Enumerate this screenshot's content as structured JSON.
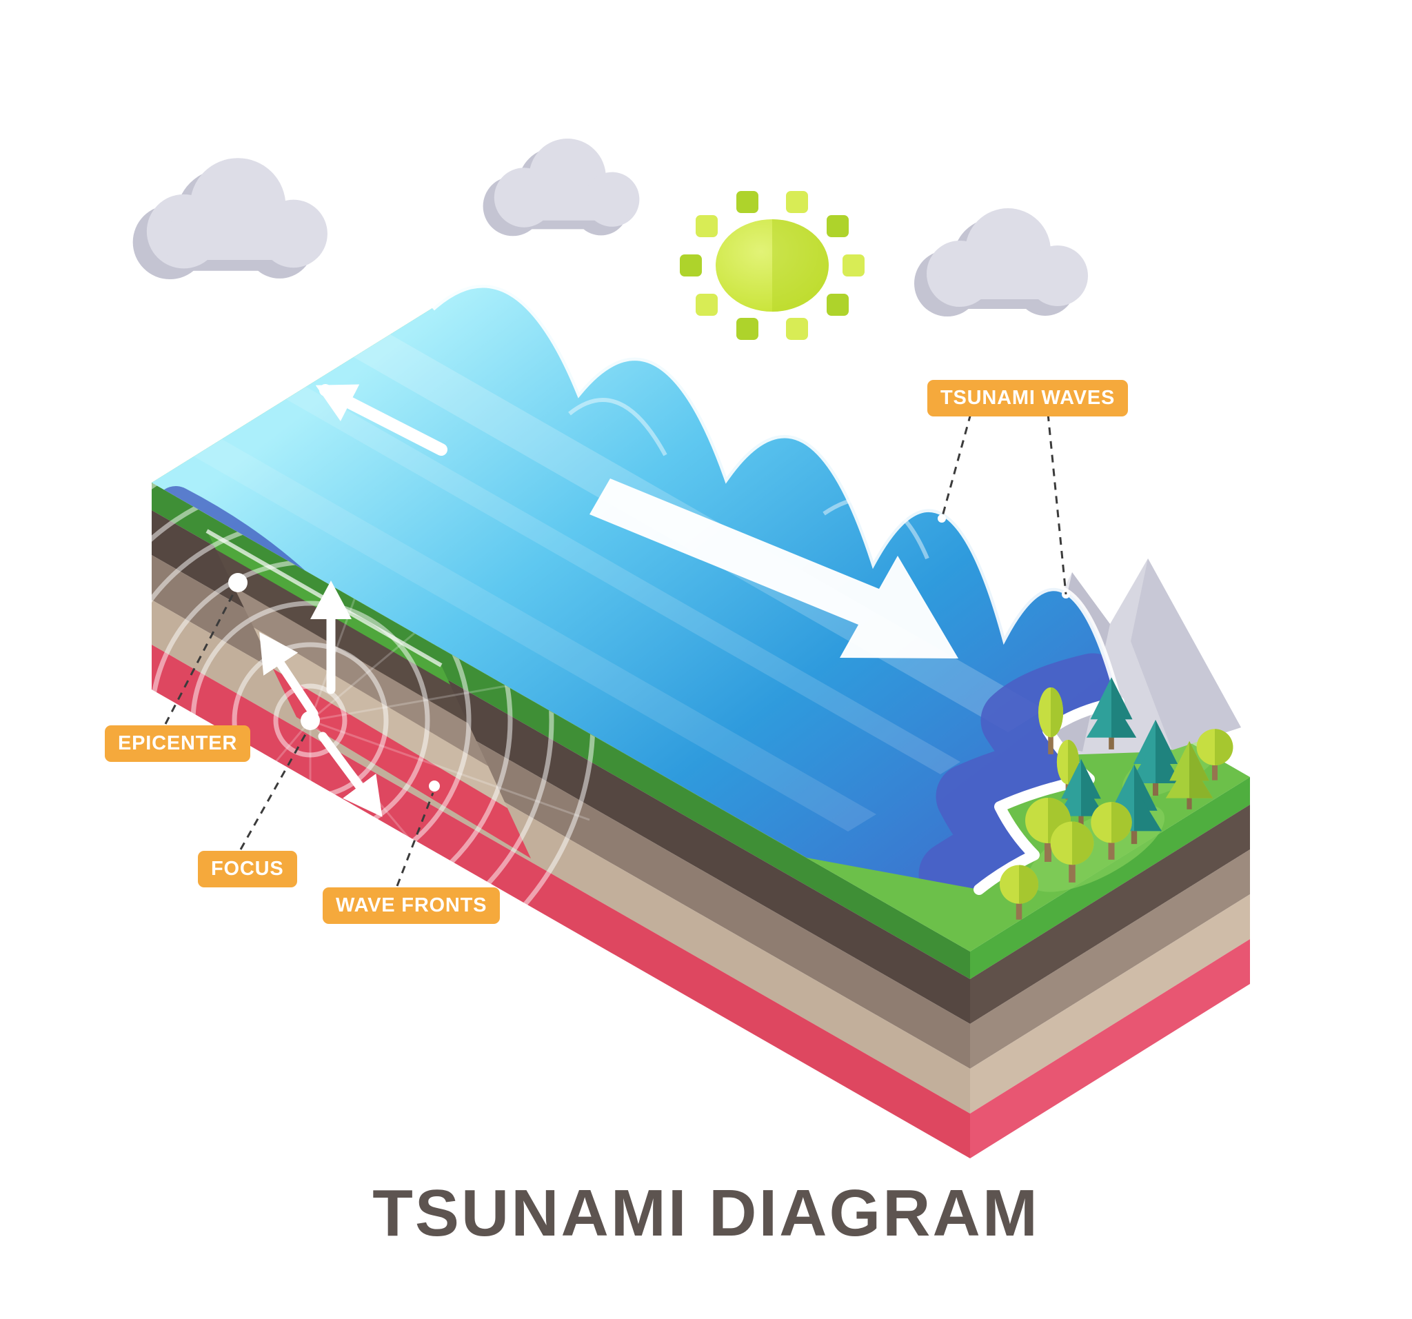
{
  "title": "TSUNAMI DIAGRAM",
  "labels": {
    "tsunami_waves": "TSUNAMI WAVES",
    "epicenter": "EPICENTER",
    "focus": "FOCUS",
    "wave_fronts": "WAVE FRONTS"
  },
  "colors": {
    "label_background": "#F5A93C",
    "label_text": "#FFFFFF",
    "title_text": "#5D5450",
    "ocean_light": "#ABEFFB",
    "ocean_mid": "#5FC8F0",
    "ocean_deep": "#2F9BDD",
    "nearshore_water": "#4A5FC5",
    "foam_white": "#FFFFFF",
    "land_green": "#6CC04A",
    "stratum_green": "#3F8F36",
    "stratum_dark_brown": "#554741",
    "stratum_taupe": "#8F7D71",
    "stratum_tan": "#C2AF9B",
    "stratum_red": "#DE4760",
    "mountain_gray": "#D7D7E1",
    "tree_yellow_green": "#C6DE41",
    "tree_teal": "#2FA09A",
    "sun_yellow_green": "#C3E02A",
    "cloud_gray": "#DDDDE7"
  },
  "icons": {
    "cloud-icon": "gray isometric cloud blob",
    "sun-icon": "green-yellow sun disc with square rays",
    "wave-arrow-icon": "white directional arrow",
    "epicenter-marker": "white dot",
    "focus-marker": "white dot"
  }
}
